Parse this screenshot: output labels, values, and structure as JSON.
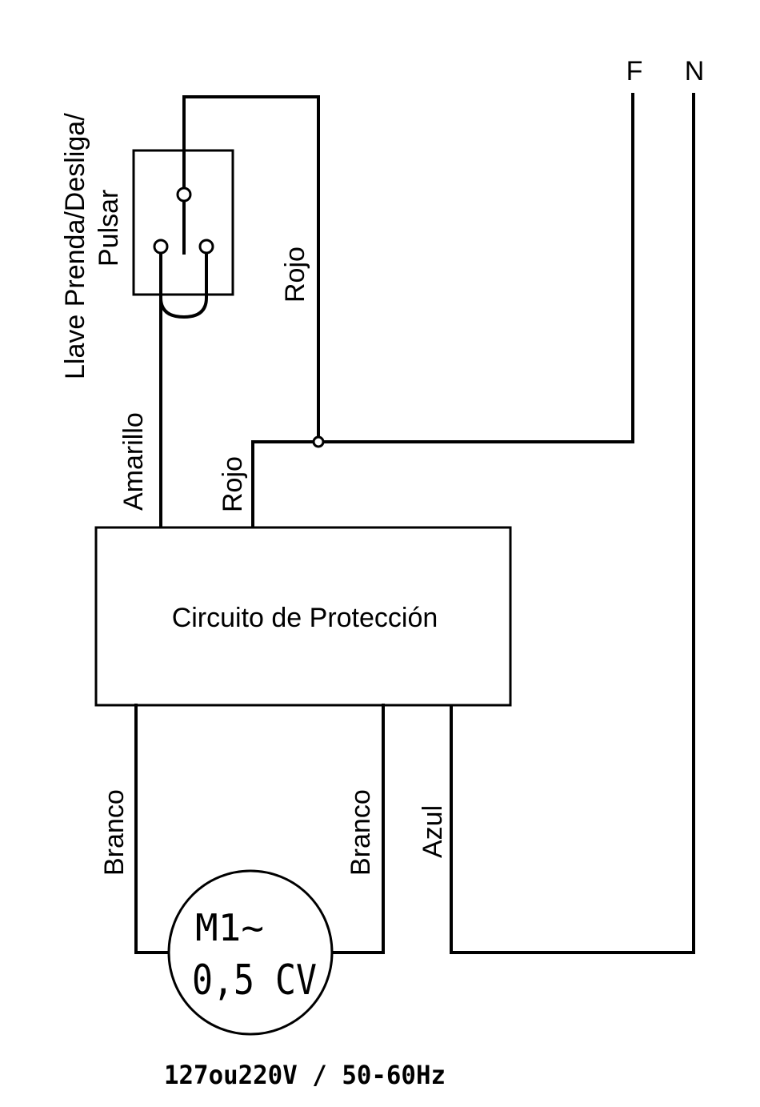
{
  "supply": {
    "phase_label": "F",
    "neutral_label": "N"
  },
  "switch": {
    "label_line1": "Llave Prenda/Desliga/",
    "label_line2": "Pulsar"
  },
  "wires": {
    "switch_feed": "Rojo",
    "switch_return": "Amarillo",
    "protection_feed": "Rojo",
    "motor_left": "Branco",
    "motor_right": "Branco",
    "neutral": "Azul"
  },
  "protection_circuit": {
    "label": "Circuito de Protección"
  },
  "motor": {
    "designation": "M1~",
    "power": "0,5 CV"
  },
  "rating": "127ou220V / 50-60Hz"
}
